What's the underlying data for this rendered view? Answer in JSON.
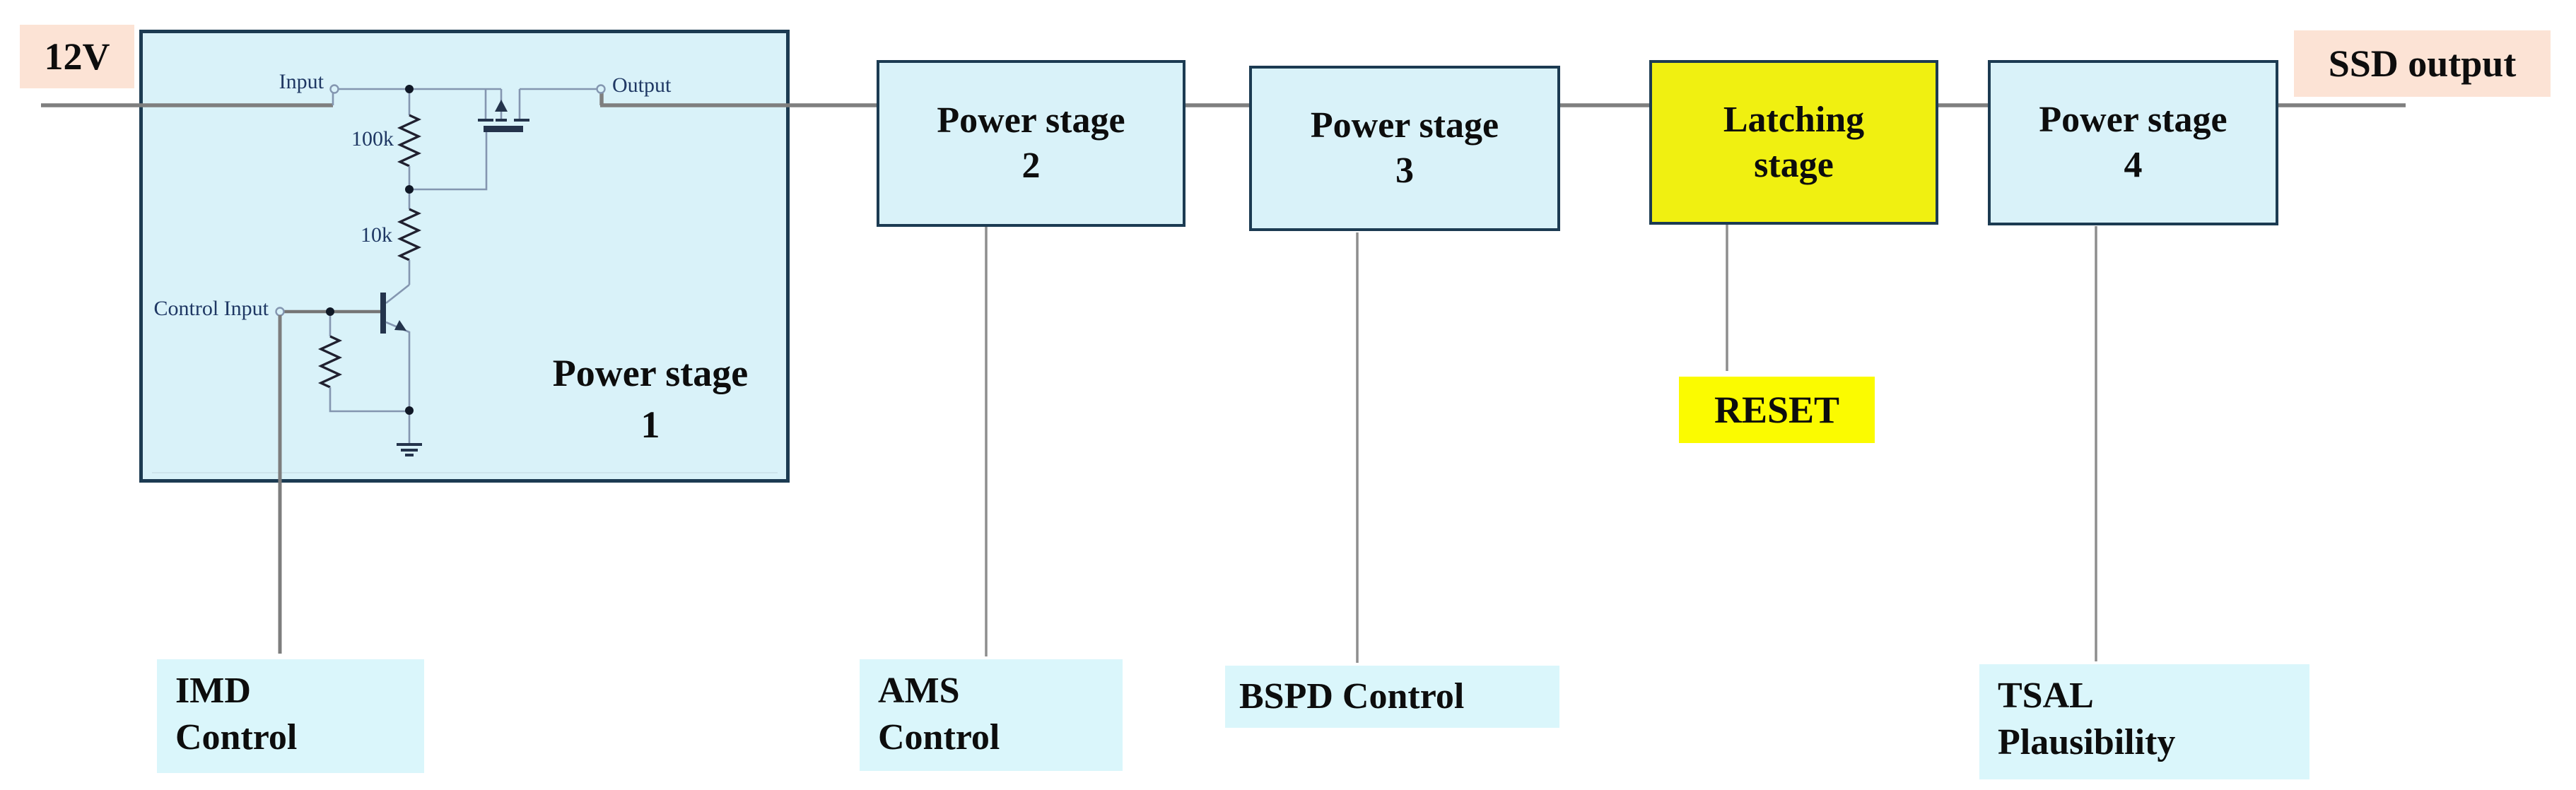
{
  "colors": {
    "cyan_fill": "#d9f2f9",
    "cyan_label_fill": "#daf6fb",
    "yellow_fill": "#f0f011",
    "yellow_label_fill": "#fbfb00",
    "pink_fill": "#fce3d5",
    "box_border": "#1c3b52",
    "bus_gray": "#7f7f7f",
    "connector_gray": "#8d8d8d",
    "wire_slate": "#8496b0",
    "dark_component": "#24344c",
    "navy_text": "#1f3864",
    "text_black": "#0d0d0d"
  },
  "terminals": {
    "supply": "12V",
    "ssd_output": "SSD output"
  },
  "stages": {
    "stage1": {
      "line1": "Power stage",
      "line2": "1"
    },
    "stage2": {
      "line1": "Power stage",
      "line2": "2"
    },
    "stage3": {
      "line1": "Power stage",
      "line2": "3"
    },
    "latching": {
      "line1": "Latching",
      "line2": "stage"
    },
    "stage4": {
      "line1": "Power stage",
      "line2": "4"
    }
  },
  "reset_label": "RESET",
  "control_labels": {
    "imd": {
      "line1": "IMD",
      "line2": "Control"
    },
    "ams": {
      "line1": "AMS",
      "line2": "Control"
    },
    "bspd": {
      "line1": "BSPD Control"
    },
    "tsal": {
      "line1": "TSAL",
      "line2": "Plausibility"
    }
  },
  "schematic": {
    "input": "Input",
    "output": "Output",
    "r_pullup": "100k",
    "r_base": "10k",
    "control_input": "Control Input"
  }
}
